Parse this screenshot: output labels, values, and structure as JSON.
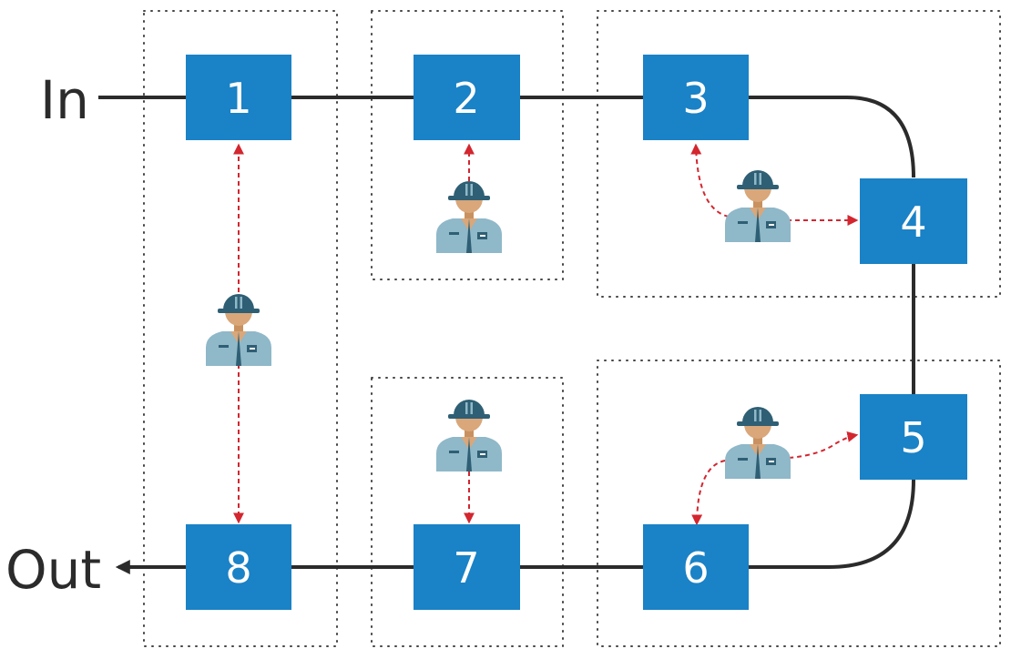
{
  "labels": {
    "input": "In",
    "output": "Out"
  },
  "stations": [
    {
      "id": "1",
      "label": "1"
    },
    {
      "id": "2",
      "label": "2"
    },
    {
      "id": "3",
      "label": "3"
    },
    {
      "id": "4",
      "label": "4"
    },
    {
      "id": "5",
      "label": "5"
    },
    {
      "id": "6",
      "label": "6"
    },
    {
      "id": "7",
      "label": "7"
    },
    {
      "id": "8",
      "label": "8"
    }
  ],
  "flow_sequence": [
    "In",
    "1",
    "2",
    "3",
    "4",
    "5",
    "6",
    "7",
    "8",
    "Out"
  ],
  "workers": [
    {
      "id": "w1",
      "icon": "worker-icon",
      "operates": [
        "1",
        "8"
      ]
    },
    {
      "id": "w2",
      "icon": "worker-icon",
      "operates": [
        "2"
      ]
    },
    {
      "id": "w3",
      "icon": "worker-icon",
      "operates": [
        "3",
        "4"
      ]
    },
    {
      "id": "w4",
      "icon": "worker-icon",
      "operates": [
        "5",
        "6"
      ]
    },
    {
      "id": "w5",
      "icon": "worker-icon",
      "operates": [
        "7"
      ]
    }
  ],
  "colors": {
    "station": "#1a82c6",
    "flow_line": "#2b2b2b",
    "assignment_line": "#d3262f",
    "helmet": "#2f5f74",
    "shirt": "#8fb8c9",
    "skin": "#d9a77a"
  }
}
